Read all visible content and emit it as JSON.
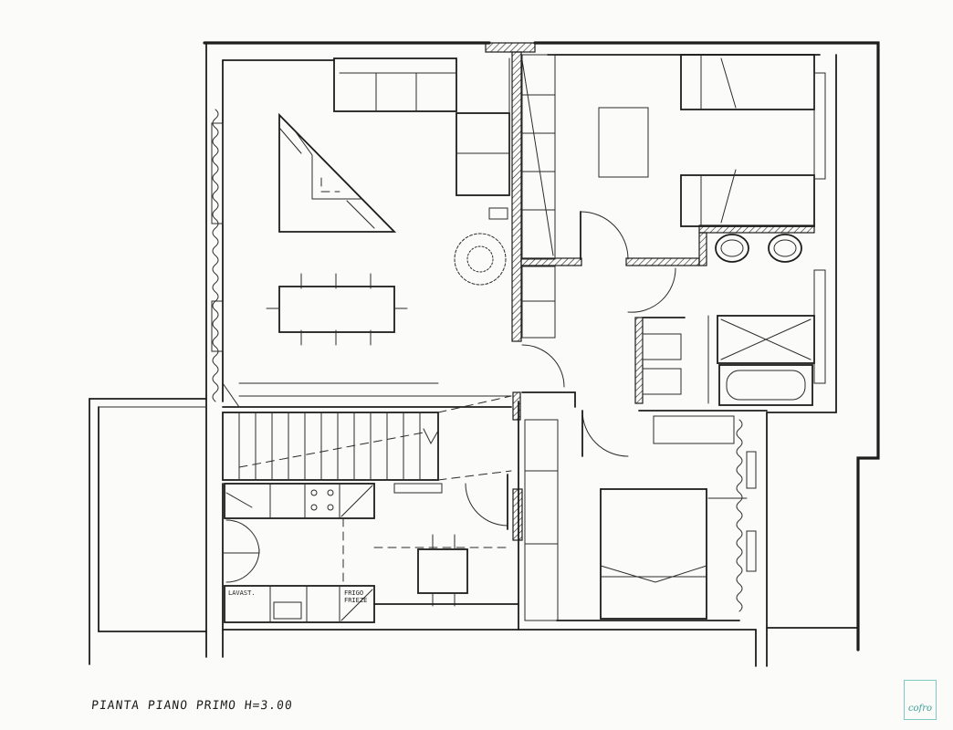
{
  "drawing": {
    "title": "PIANTA PIANO PRIMO  H=3.00",
    "labels": {
      "dishwasher": "LAVAST.",
      "fridge": "FRIGO FRIEZE"
    },
    "logo_text": "cofro"
  },
  "colors": {
    "ink": "#1d1d1d",
    "paper": "#fbfbf9",
    "logo": "#3a9e97"
  }
}
